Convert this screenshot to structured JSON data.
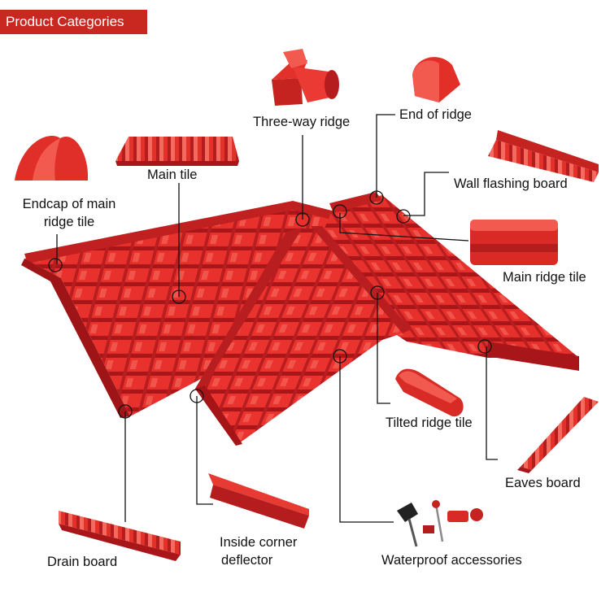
{
  "header": {
    "title": "Product Categories"
  },
  "labels": {
    "three_way_ridge": "Three-way ridge",
    "end_of_ridge": "End of ridge",
    "main_tile": "Main tile",
    "endcap_line1": "Endcap of main",
    "endcap_line2": "ridge tile",
    "wall_flashing_board": "Wall flashing board",
    "main_ridge_tile": "Main ridge tile",
    "tilted_ridge_tile": "Tilted ridge tile",
    "eaves_board": "Eaves board",
    "drain_board": "Drain board",
    "inside_corner_line1": "Inside corner",
    "inside_corner_line2": "deflector",
    "waterproof_accessories": "Waterproof accessories"
  },
  "colors": {
    "tile_red": "#e8312d",
    "tile_dark": "#a9161a",
    "tile_light": "#f66a5e",
    "banner": "#c8281f",
    "leader_line": "#111111"
  }
}
